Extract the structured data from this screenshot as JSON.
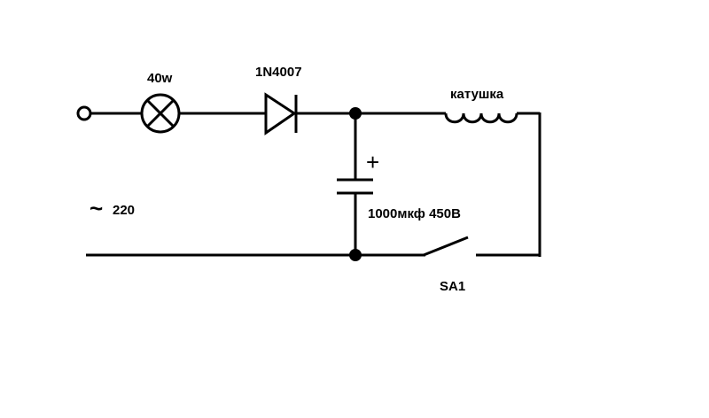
{
  "labels": {
    "lamp": "40w",
    "diode": "1N4007",
    "coil": "катушка",
    "capacitor": "1000мкф 450В",
    "capacitor_polarity": "+",
    "mains_symbol": "~",
    "mains_voltage": "220",
    "switch": "SA1"
  },
  "colors": {
    "line": "#000000",
    "background": "#ffffff"
  }
}
